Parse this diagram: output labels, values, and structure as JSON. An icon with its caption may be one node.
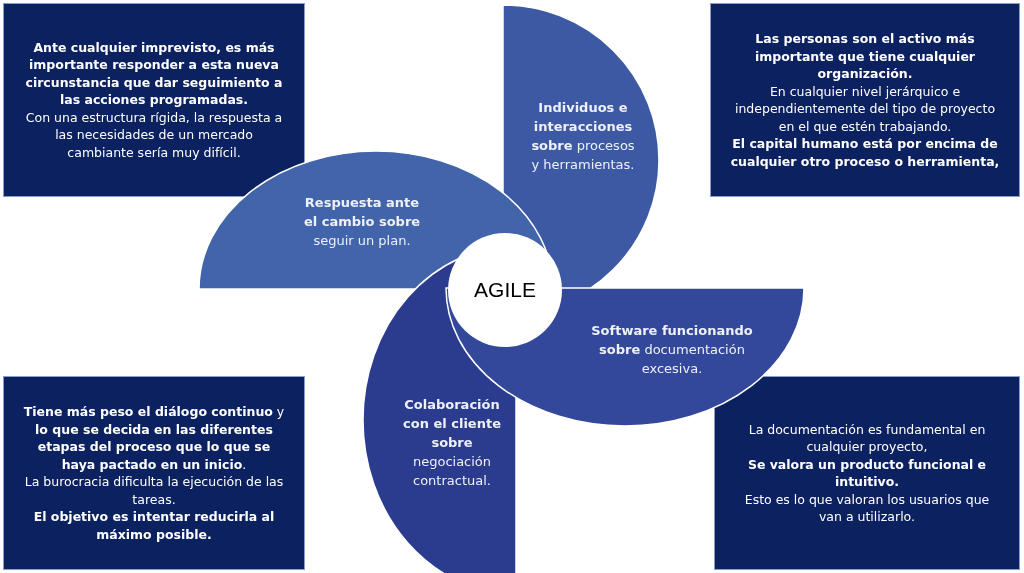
{
  "diagram": {
    "nodes": [
      {
        "text": [
          "Ante cualquier imprevisto, es más importante responder a esta nueva circunstancia que dar seguimiento a las acciones programadas.",
          "Con una estructura rígida, la respuesta a las necesidades de un mercado cambiante sería muy difícil."
        ]
      },
      {
        "text": [
          "Las personas son el activo más importante que tiene cualquier organización.",
          "En cualquier nivel jerárquico e independientemente del tipo de proyecto en el que estén trabajando.",
          "El capital humano está por encima de cualquier otro proceso o herramienta,"
        ]
      },
      {
        "text": [
          "**Individuos e interacciones sobre** procesos y herramientas."
        ]
      },
      {
        "text": [
          "**Respuesta ante el cambio sobre** seguir un plan."
        ]
      },
      {
        "text": [
          "AGILE"
        ]
      },
      {
        "text": [
          "**Software funcionando sobre** documentación excesiva."
        ]
      },
      {
        "text": [
          "**Colaboración con el cliente sobre** negociación contractual."
        ]
      },
      {
        "text": [
          "**Tiene más peso el diálogo continuo** y **lo que se decida en las diferentes etapas del proceso que lo que se haya pactado en un inicio**.",
          "La burocracia dificulta la ejecución de las tareas.",
          "El objetivo es intentar reducirla al máximo posible."
        ]
      },
      {
        "text": [
          "La documentación es fundamental en cualquier proyecto,",
          "Se valora un producto funcional e intuitivo.",
          "Esto es lo que valoran los usuarios que van a utilizarlo."
        ]
      }
    ]
  }
}
